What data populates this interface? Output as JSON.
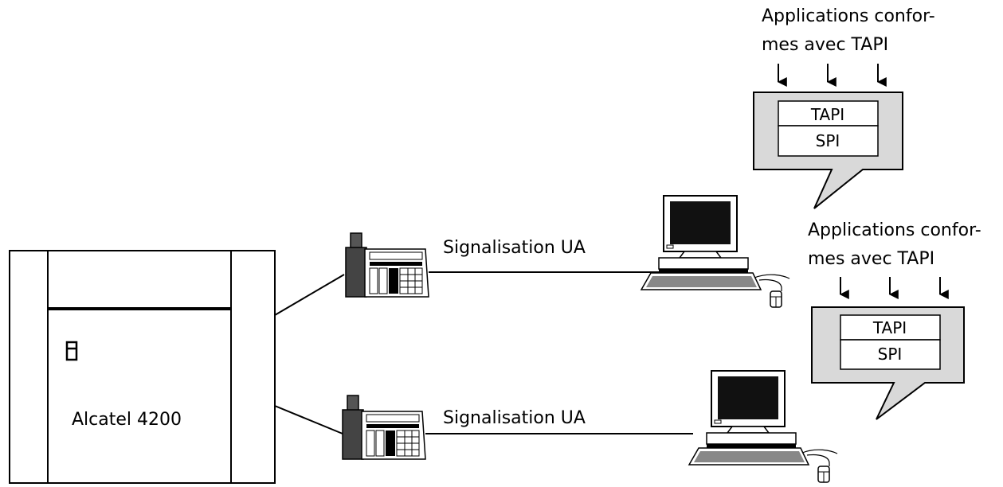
{
  "pbx": {
    "label": "Alcatel 4200"
  },
  "links": [
    {
      "label": "Signalisation UA"
    },
    {
      "label": "Signalisation UA"
    }
  ],
  "callouts": [
    {
      "caption_line1": "Applications confor-",
      "caption_line2": "mes avec TAPI",
      "layer_top": "TAPI",
      "layer_bottom": "SPI"
    },
    {
      "caption_line1": "Applications confor-",
      "caption_line2": "mes avec TAPI",
      "layer_top": "TAPI",
      "layer_bottom": "SPI"
    }
  ],
  "colors": {
    "stroke": "#000000",
    "callout_fill": "#d9d9d9",
    "screen": "#111111",
    "background": "#ffffff"
  }
}
